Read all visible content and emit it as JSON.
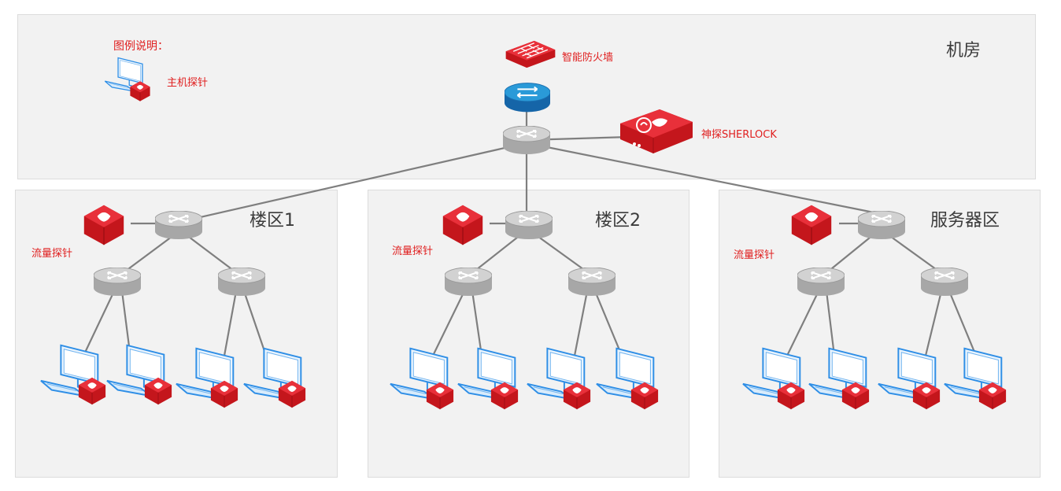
{
  "legend": {
    "title": "图例说明：",
    "host_probe_label": "主机探针"
  },
  "core": {
    "room_title": "机房",
    "firewall_label": "智能防火墙",
    "sherlock_label": "神探SHERLOCK"
  },
  "zones": [
    {
      "title": "楼区1",
      "probe_label": "流量探针"
    },
    {
      "title": "楼区2",
      "probe_label": "流量探针"
    },
    {
      "title": "服务器区",
      "probe_label": "流量探针"
    }
  ],
  "colors": {
    "brand_red": "#e02030",
    "switch_grey": "#b9b9b9",
    "router_blue": "#1e88c8",
    "host_blue": "#2e8ee6",
    "line": "#7f7f7f",
    "panel_bg": "#f2f2f2"
  }
}
